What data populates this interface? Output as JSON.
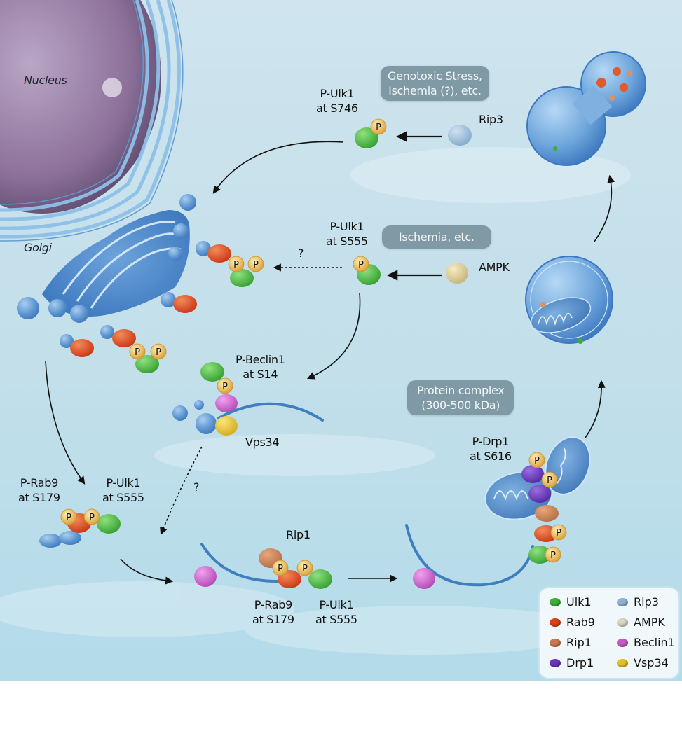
{
  "organelles": {
    "nucleus": "Nucleus",
    "golgi": "Golgi"
  },
  "stimuli": {
    "genotoxic": [
      "Genotoxic Stress,",
      "Ischemia (?), etc."
    ],
    "ischemia": "Ischemia, etc.",
    "protein_complex": [
      "Protein complex",
      "(300-500 kDa)"
    ]
  },
  "kinases": {
    "rip3": "Rip3",
    "ampk": "AMPK",
    "rip1": "Rip1",
    "vps34": "Vps34"
  },
  "phospho_labels": {
    "ulk1_s746": [
      "P-Ulk1",
      "at S746"
    ],
    "ulk1_s555_top": [
      "P-Ulk1",
      "at S555"
    ],
    "beclin1_s14": [
      "P-Beclin1",
      "at S14"
    ],
    "rab9_s179_left": [
      "P-Rab9",
      "at S179"
    ],
    "ulk1_s555_left": [
      "P-Ulk1",
      "at S555"
    ],
    "rab9_s179_bottom": [
      "P-Rab9",
      "at S179"
    ],
    "ulk1_s555_bottom": [
      "P-Ulk1",
      "at S555"
    ],
    "drp1_s616": [
      "P-Drp1",
      "at S616"
    ]
  },
  "phospho_marker": "P",
  "question_mark": "?",
  "legend": [
    {
      "name": "Ulk1",
      "color": "#3fae3a"
    },
    {
      "name": "Rip3",
      "color": "#8fb4d2"
    },
    {
      "name": "Rab9",
      "color": "#d9431c"
    },
    {
      "name": "AMPK",
      "color": "#d9d6c4"
    },
    {
      "name": "Rip1",
      "color": "#c87a4e"
    },
    {
      "name": "Beclin1",
      "color": "#c65ac6"
    },
    {
      "name": "Drp1",
      "color": "#6a35b8"
    },
    {
      "name": "Vsp34",
      "color": "#e2c12a"
    }
  ],
  "colors": {
    "background": "#bcdde9",
    "membrane": "#3f7fc0",
    "phospho": "#e8b848",
    "stimulus_box": "#7f9aa5",
    "nucleus": "#8a6f98"
  }
}
